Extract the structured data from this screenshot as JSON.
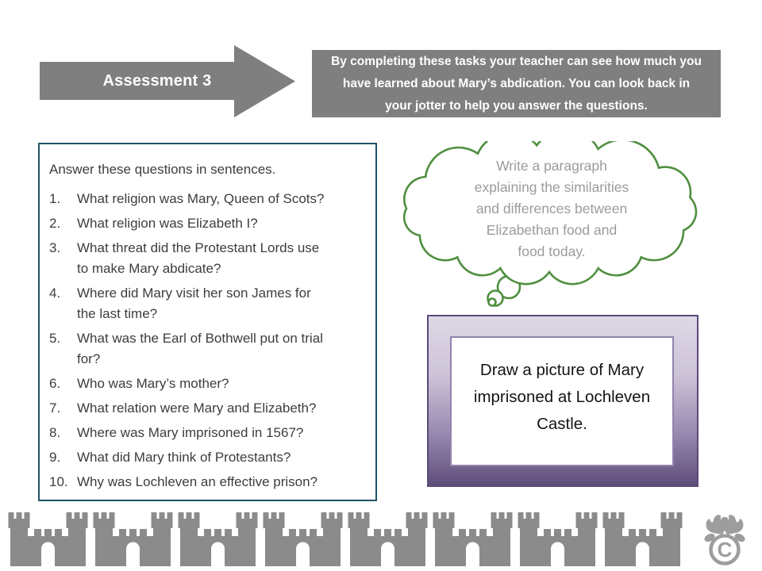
{
  "slide": {
    "title_arrow": {
      "label": "Assessment 3"
    },
    "info_box": {
      "text": "By completing these tasks your teacher can see how much you\nhave learned about Mary’s abdication. You can look back in\nyour jotter to help you answer the questions."
    },
    "questions_box": {
      "intro": "Answer these questions in sentences.",
      "items": [
        {
          "num": "1.",
          "text": "What religion was Mary, Queen of Scots?"
        },
        {
          "num": "2.",
          "text": "What religion was Elizabeth I?"
        },
        {
          "num": "3.",
          "text": "What threat did the Protestant Lords use\nto make Mary abdicate?"
        },
        {
          "num": "4.",
          "text": "Where did Mary visit her son James for\nthe last time?"
        },
        {
          "num": "5.",
          "text": "What was the Earl of Bothwell put on trial\nfor?"
        },
        {
          "num": "6.",
          "text": "Who was Mary’s mother?"
        },
        {
          "num": "7.",
          "text": "What relation were Mary and Elizabeth?"
        },
        {
          "num": "8.",
          "text": "Where was Mary imprisoned in 1567?"
        },
        {
          "num": "9.",
          "text": "What did Mary think of Protestants?"
        },
        {
          "num": "10.",
          "text": "Why was Lochleven an effective prison?"
        }
      ]
    },
    "thought_cloud": {
      "text": "Write a paragraph\nexplaining the similarities\nand differences between\nElizabethan food and\nfood today."
    },
    "draw_box": {
      "text": "Draw a picture of Mary\nimprisoned at Lochleven\nCastle."
    },
    "colors": {
      "banner_gray": "#7f7f7f",
      "question_border_teal": "#1f5366",
      "cloud_green": "#4f8f3f",
      "cloud_text_gray": "#9b9b9b",
      "purple_light": "#ded8e6",
      "purple_dark": "#5e4d79",
      "castle_gray": "#8b8b8b",
      "logo_gray": "#9d9d9d"
    }
  }
}
